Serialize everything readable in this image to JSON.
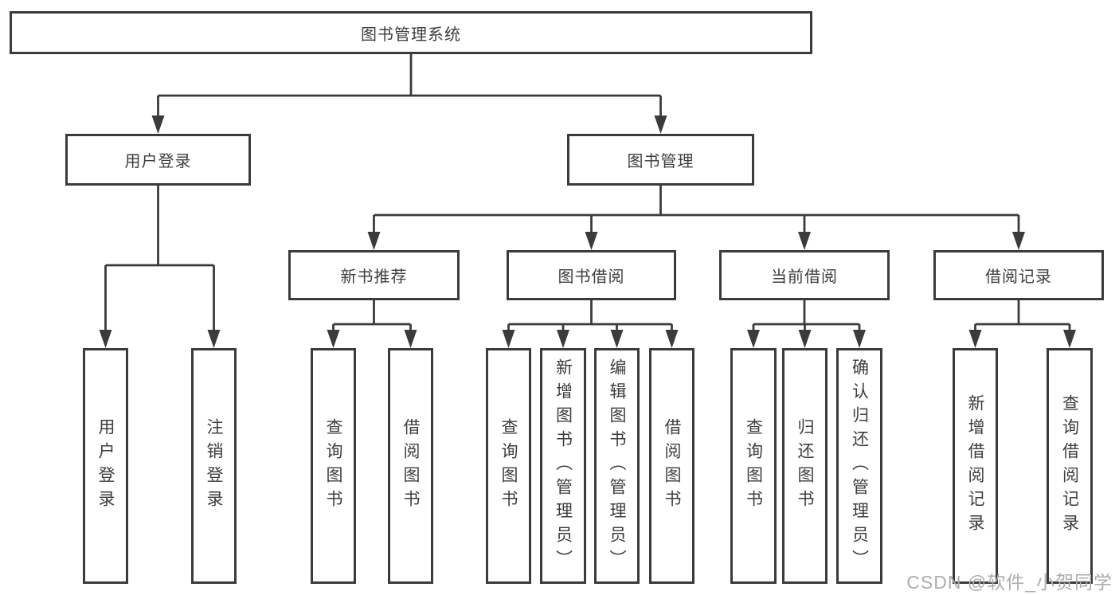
{
  "diagram_title": "图书管理系统",
  "tree": {
    "label": "图书管理系统",
    "children": [
      {
        "label": "用户登录",
        "children": [
          {
            "label": "用户登录"
          },
          {
            "label": "注销登录"
          }
        ]
      },
      {
        "label": "图书管理",
        "children": [
          {
            "label": "新书推荐",
            "children": [
              {
                "label": "查询图书"
              },
              {
                "label": "借阅图书"
              }
            ]
          },
          {
            "label": "图书借阅",
            "children": [
              {
                "label": "查询图书"
              },
              {
                "label": "新增图书（管理员）"
              },
              {
                "label": "编辑图书（管理员）"
              },
              {
                "label": "借阅图书"
              }
            ]
          },
          {
            "label": "当前借阅",
            "children": [
              {
                "label": "查询图书"
              },
              {
                "label": "归还图书"
              },
              {
                "label": "确认归还（管理员）"
              }
            ]
          },
          {
            "label": "借阅记录",
            "children": [
              {
                "label": "新增借阅记录"
              },
              {
                "label": "查询借阅记录"
              }
            ]
          }
        ]
      }
    ]
  },
  "watermark": {
    "text": "CSDN @软件_小贺同学"
  },
  "colors": {
    "line": "#3b3b3b",
    "box_border": "#3b3b3b",
    "text": "#3d3d3d",
    "background": "#ffffff",
    "watermark": "#adadad"
  }
}
